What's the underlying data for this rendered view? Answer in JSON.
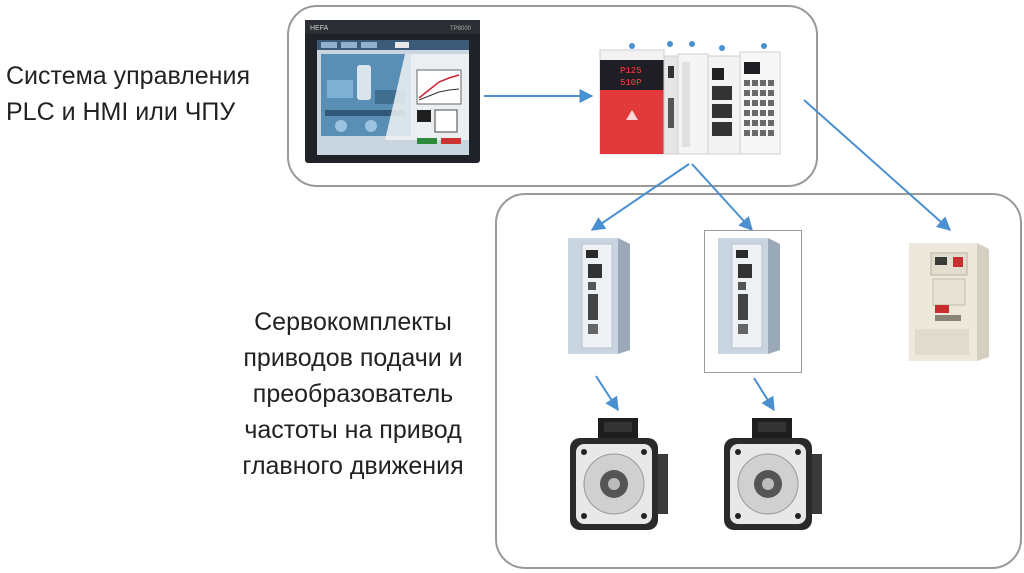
{
  "top_label": {
    "lines": [
      "Система управления",
      "PLC и HMI или ЧПУ"
    ]
  },
  "bottom_label": {
    "lines": [
      "Сервокомплекты",
      "приводов подачи и",
      "преобразователь",
      "частоты на привод",
      "главного движения"
    ]
  },
  "hmi": {
    "brand": "HEFA",
    "model": "TP8000"
  },
  "plc": {
    "display_line1": "P125",
    "display_line2": "510P"
  },
  "colors": {
    "arrow": "#4a8fd0",
    "frame": "#9a9a9a",
    "plc_red": "#e23a3a"
  }
}
